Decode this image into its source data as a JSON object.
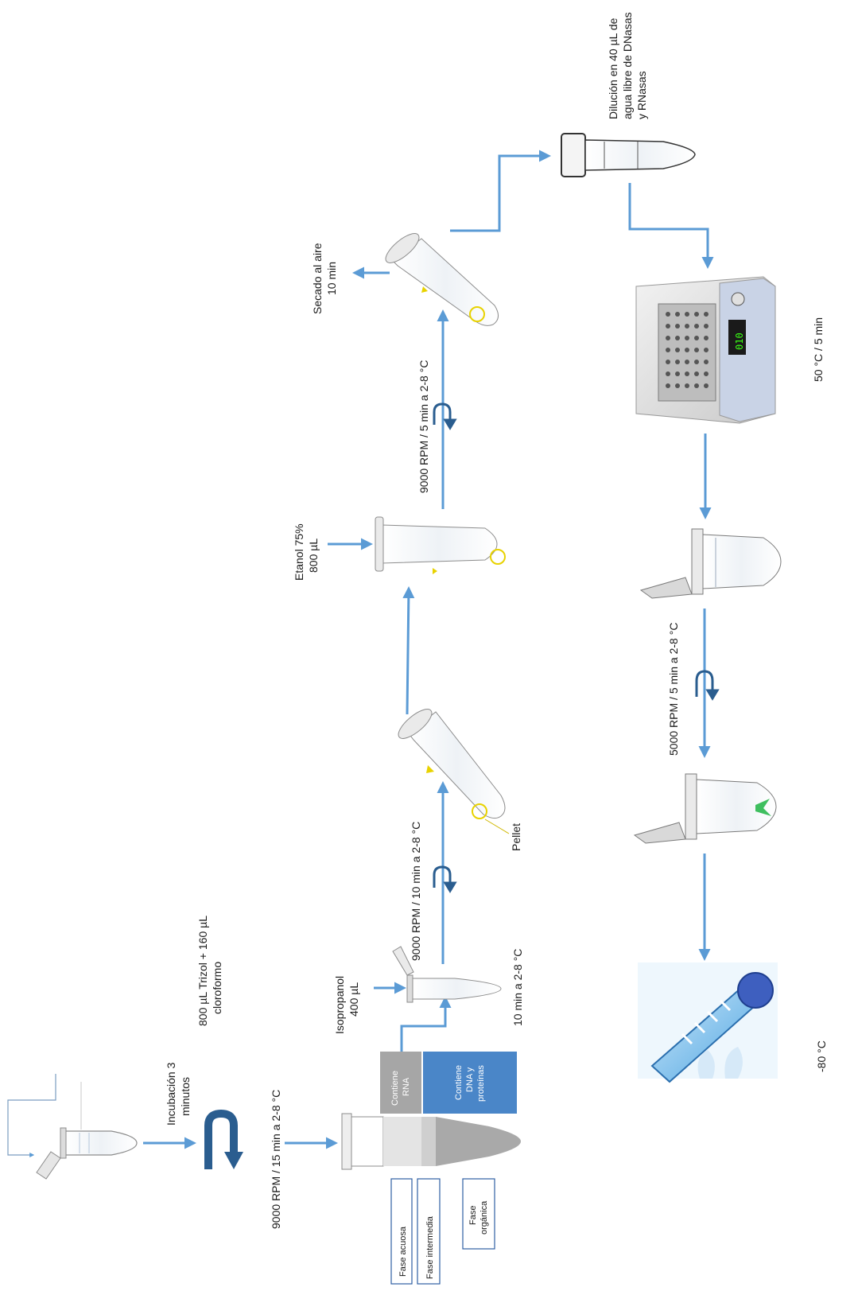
{
  "labels": {
    "trizol_line1": "800 µL Trizol + 160 µL",
    "trizol_line2": "cloroformo",
    "incubacion_line1": "Incubación 3",
    "incubacion_line2": "minutos",
    "centrifuge_1": "9000 RPM / 15 min a 2-8 °C",
    "contiene_rna_line1": "Contiene",
    "contiene_rna_line2": "RNA",
    "contiene_dna_line1": "Contiene",
    "contiene_dna_line2": "DNA y",
    "contiene_dna_line3": "proteínas",
    "fase_acuosa": "Fase acuosa",
    "fase_intermedia": "Fase intermedia",
    "fase_organica_line1": "Fase",
    "fase_organica_line2": "orgánica",
    "isopropanol_line1": "Isopropanol",
    "isopropanol_line2": "400 µL",
    "incubation_2": "10 min a 2-8 °C",
    "centrifuge_2": "9000 RPM / 10 min a 2-8 °C",
    "pellet": "Pellet",
    "etanol_line1": "Etanol 75%",
    "etanol_line2": "800 µL",
    "centrifuge_3": "9000 RPM / 5 min a 2-8 °C",
    "secado_line1": "Secado al aire",
    "secado_line2": "10 min",
    "dilucion_line1": "Dilución en 40 µL de",
    "dilucion_line2": "agua libre de DNasas",
    "dilucion_line3": "y RNasas",
    "heat_block": "50 °C / 5 min",
    "centrifuge_4": "5000 RPM / 5 min a 2-8 °C",
    "freeze": "-80 °C",
    "heat_display": "010"
  },
  "colors": {
    "arrow": "#5b9bd5",
    "rna_box": "#a6a6a6",
    "dna_box": "#4a86c8",
    "phase_border": "#2e5fa3",
    "pellet_ring": "#e8d200",
    "rotate_icon": "#2a5d8f"
  }
}
